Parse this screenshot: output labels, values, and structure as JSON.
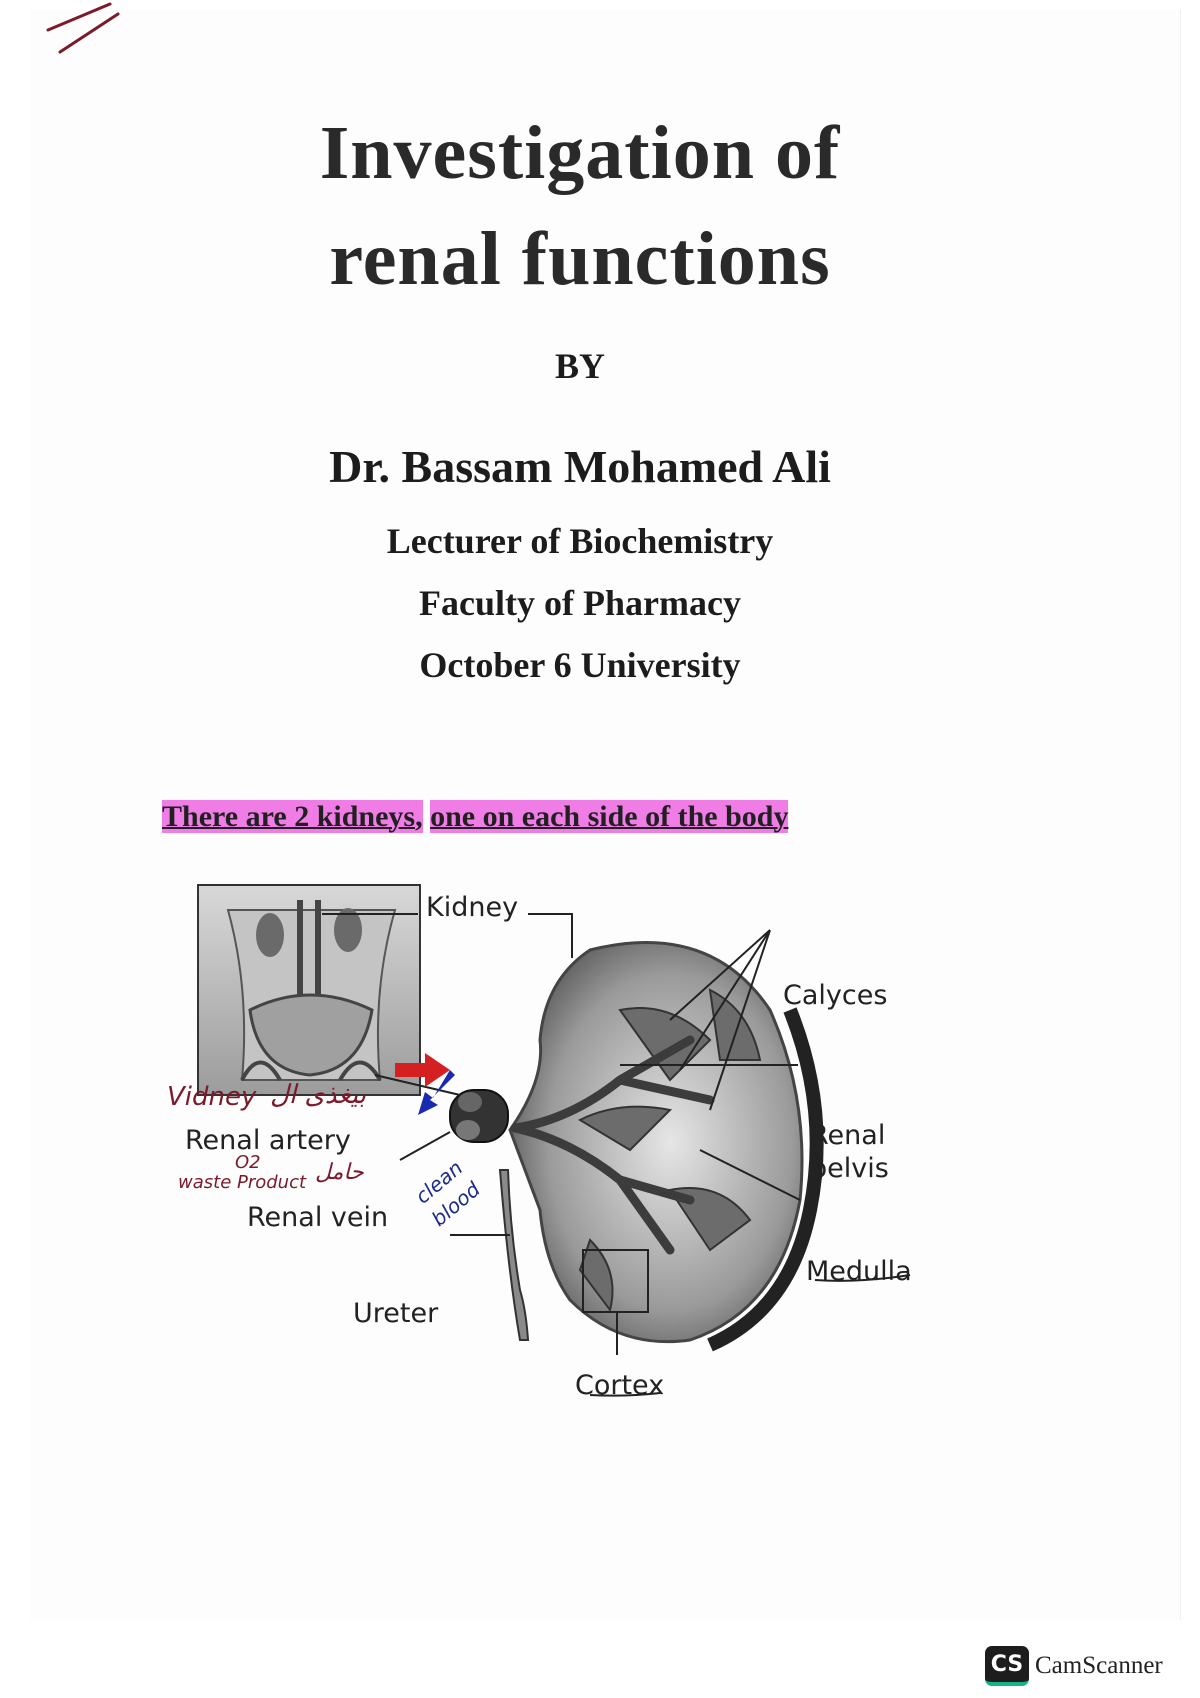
{
  "document": {
    "title_line1": "Investigation of",
    "title_line2": "renal functions",
    "by": "BY",
    "author": "Dr. Bassam Mohamed Ali",
    "affiliation": [
      "Lecturer of Biochemistry",
      "Faculty of Pharmacy",
      "October 6 University"
    ],
    "statement_part1": "There are 2 kidneys,",
    "statement_part2": "one on each side of the body"
  },
  "figure": {
    "labels": {
      "kidney": "Kidney",
      "calyces": "Calyces",
      "renal_pelvis_line1": "Renal",
      "renal_pelvis_line2": "pelvis",
      "renal_artery": "Renal artery",
      "renal_vein": "Renal vein",
      "medulla": "Medulla",
      "ureter": "Ureter",
      "cortex": "Cortex"
    },
    "handwritten": {
      "kidney_note": "Vidney",
      "kidney_note_arabic": "بيغذى ال",
      "o2": "O2",
      "waste": "waste Product",
      "arabic_carrying": "حامل",
      "clean_blood_1": "clean",
      "clean_blood_2": "blood"
    }
  },
  "scanner": {
    "logo": "CS",
    "name": "CamScanner"
  },
  "colors": {
    "highlight": "#f07ce6",
    "handwriting_red": "#7a1a2a",
    "arrow_red": "#d42020",
    "arrow_blue": "#1a2ab0",
    "handwriting_blue": "#1c2a8a"
  }
}
